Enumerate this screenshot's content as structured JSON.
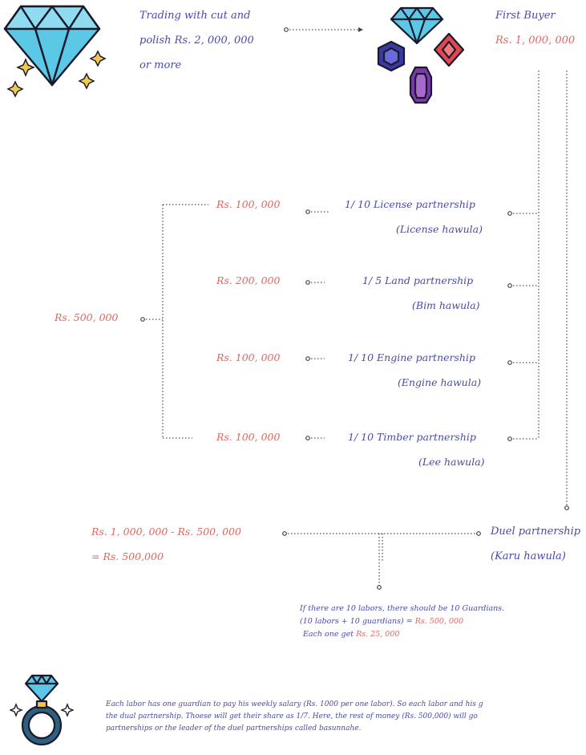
{
  "top": {
    "trading_line1": "Trading with cut and",
    "trading_line2": "polish Rs. 2, 000, 000",
    "trading_line3": "or more",
    "first_buyer": "First Buyer",
    "first_buyer_amount": "Rs. 1, 000, 000"
  },
  "partnerships": [
    {
      "amount": "Rs. 100, 000",
      "name": "1/ 10 License partnership",
      "local": "(License hawula)"
    },
    {
      "amount": "Rs. 200, 000",
      "name": "1/ 5 Land partnership",
      "local": "(Bim hawula)"
    },
    {
      "amount": "Rs. 100, 000",
      "name": "1/ 10 Engine partnership",
      "local": "(Engine hawula)"
    },
    {
      "amount": "Rs. 100, 000",
      "name": "1/ 10 Timber partnership",
      "local": "(Lee hawula)"
    }
  ],
  "total": "Rs. 500, 000",
  "calc": {
    "line1": "Rs. 1, 000, 000 - Rs. 500, 000",
    "line2": "= Rs. 500,000"
  },
  "dual": {
    "name": "Duel partnership",
    "local": "(Karu hawula)"
  },
  "labor_note": {
    "line1": "If there are 10 labors, there should be 10 Guardians.",
    "line2a": "(10 labors + 10 guardians) = ",
    "line2b": "Rs. 500, 000",
    "line3a": "Each one get ",
    "line3b": "Rs. 25, 000"
  },
  "footer": {
    "line1": "Each labor has one guardian to pay his weekly salary (Rs. 1000 per one labor). So each labor and his g",
    "line2": "the dual partnership. Thoese will get their share as 1/7. Here, the rest of money (Rs. 500,000) will go",
    "line3": "partnerships or the leader of the duel partnerships called basunnahe."
  },
  "colors": {
    "blue_text": "#4a4aa8",
    "red_text": "#e2645e",
    "diamond": "#5bc8e6",
    "outline": "#1a1a2e"
  }
}
